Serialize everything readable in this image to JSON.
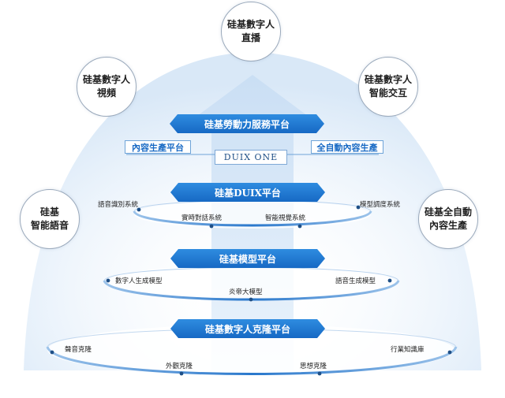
{
  "outer_circles": {
    "top": "硅基數字人\n直播",
    "upper_left": "硅基數字人\n視頻",
    "upper_right": "硅基數字人\n智能交互",
    "mid_left": "硅基\n智能語音",
    "mid_right": "硅基全自動\n內容生產"
  },
  "layers": {
    "service": {
      "title": "硅基勞動力服務平台",
      "left_box": "內容生產平台",
      "right_box": "全自動內容生產",
      "center_box": "DUIX ONE"
    },
    "duix": {
      "title": "硅基DUIX平台",
      "nodes": [
        "語音識別系統",
        "實時對話系統",
        "智能視覺系統",
        "模型調度系統"
      ]
    },
    "model": {
      "title": "硅基模型平台",
      "nodes": [
        "數字人生成模型",
        "炎帝大模型",
        "語音生成模型"
      ]
    },
    "clone": {
      "title": "硅基數字人克隆平台",
      "nodes": [
        "聲音克隆",
        "外觀克隆",
        "思想克隆",
        "行業知識庫"
      ]
    }
  },
  "colors": {
    "banner_blue": "#1769c4",
    "ring_blue": "#2a78cc",
    "arrow_light": "#dcebf9",
    "dome_light": "#e8f1fb"
  }
}
